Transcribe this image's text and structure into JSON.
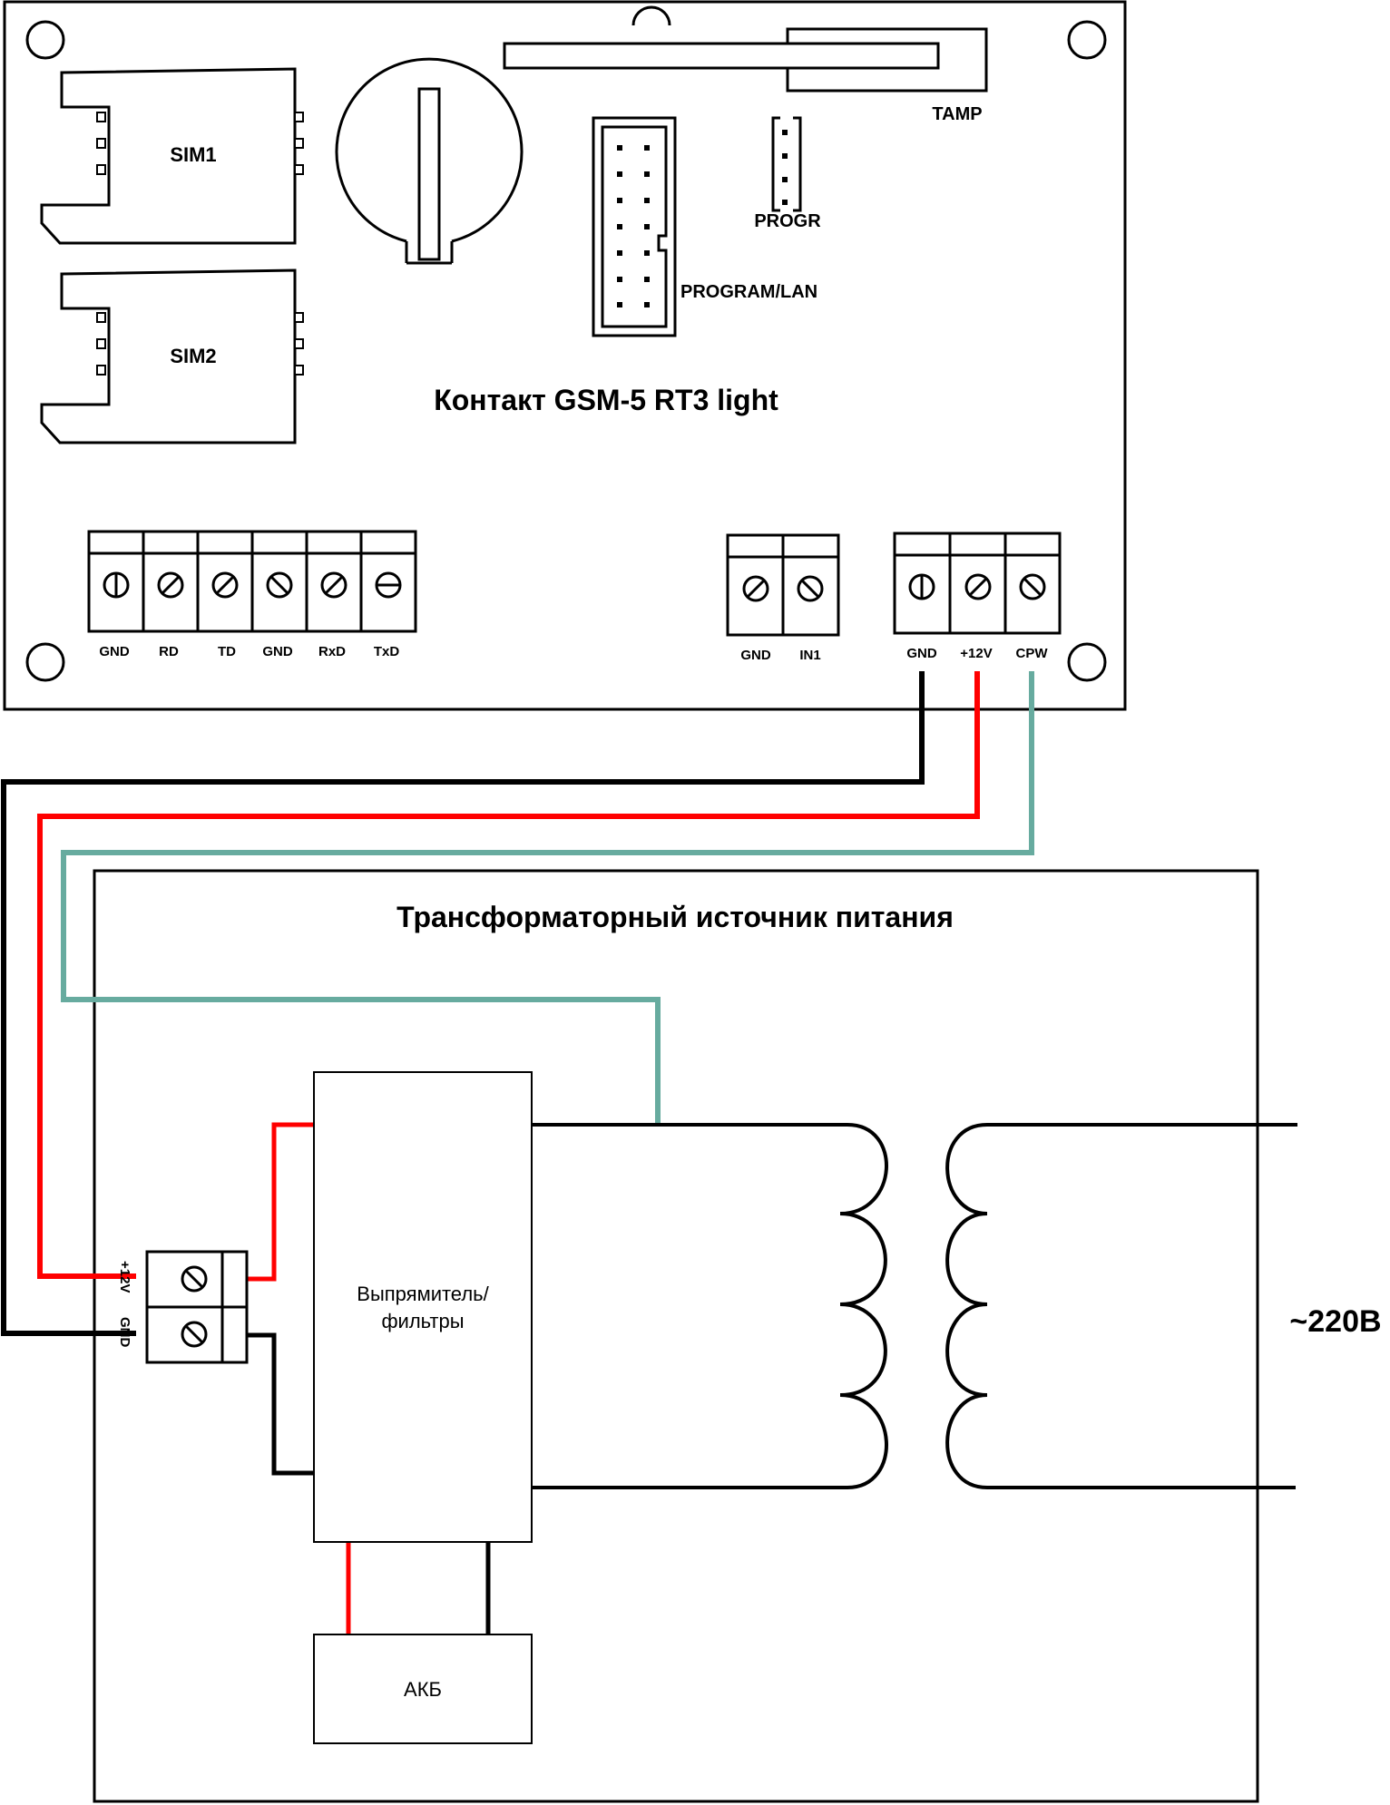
{
  "board": {
    "title": "Контакт GSM-5 RT3 light",
    "sim1": "SIM1",
    "sim2": "SIM2",
    "tamp": "TAMP",
    "progr": "PROGR",
    "program_lan": "PROGRAM/LAN",
    "terminals_left": [
      "GND",
      "RD",
      "TD",
      "GND",
      "RxD",
      "TxD"
    ],
    "terminals_mid": [
      "GND",
      "IN1"
    ],
    "terminals_right": [
      "GND",
      "+12V",
      "CPW"
    ]
  },
  "psu": {
    "title": "Трансформаторный источник питания",
    "rectifier_line1": "Выпрямитель/",
    "rectifier_line2": "фильтры",
    "battery": "АКБ",
    "term_plus": "+12V",
    "term_gnd": "GND",
    "mains": "~220В"
  },
  "wire_colors": {
    "gnd": "#000000",
    "plus12": "#ff0000",
    "cpw": "#67ab9f"
  }
}
